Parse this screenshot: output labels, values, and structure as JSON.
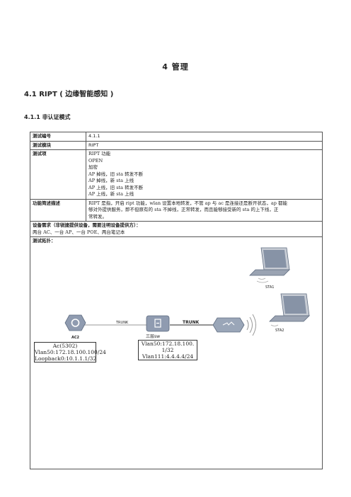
{
  "chapter_title": "4   管理",
  "section_title": "4.1   RIPT ( 边缘智能感知 )",
  "subsection_title": "4.1.1   非认证模式",
  "rows": {
    "test_id": {
      "label": "测试编号",
      "value": "4.1.1"
    },
    "module": {
      "label": "测试模块",
      "value": "RIPT"
    },
    "items": {
      "label": "测试项",
      "values": [
        "RIPT 功能",
        "OPEN",
        "加密",
        "AP 掉线，旧 sta 转发不断",
        "AP 掉线，新 sta 上线",
        "AP 上线，旧 sta 转发不断",
        "AP 上线，新 sta 上线"
      ]
    },
    "desc": {
      "label": "功能简述描述",
      "lines": [
        "RIPT 是指，开启 ript 功能，wlan 设置本地转发，不管 ap 与 ac 是连接还是断开状态，ap 都能",
        "够对外提供服务，即不但原有的 sta 不掉线，正常转发，而且能够接受新的 sta 的上下线，正",
        "常转发。"
      ]
    }
  },
  "equipment": {
    "title": "设备需求（非锐捷提供设备，需要注明设备提供方）：",
    "text": "两台 AC、一台 AP、一台 POE、两台笔记本"
  },
  "topology": {
    "title": "测试拓扑：",
    "labels": {
      "ac": "AC2",
      "sw": "三层sw",
      "sta1": "STA1",
      "sta2": "STA2",
      "trunk1": "TRUNK",
      "trunk2": "TRUNK"
    },
    "ac_box": [
      "Ac(5302)",
      "Vlan50:172.18.100.100/24",
      "Loopback0:10.1.1.1/32"
    ],
    "sw_box": [
      "Vlan50:172.18.100.",
      "1/32",
      "Vlan111:4.4.4.4/24"
    ],
    "colors": {
      "device": "#9aa6b8",
      "device_dark": "#5f6c80",
      "line": "#666666"
    }
  }
}
